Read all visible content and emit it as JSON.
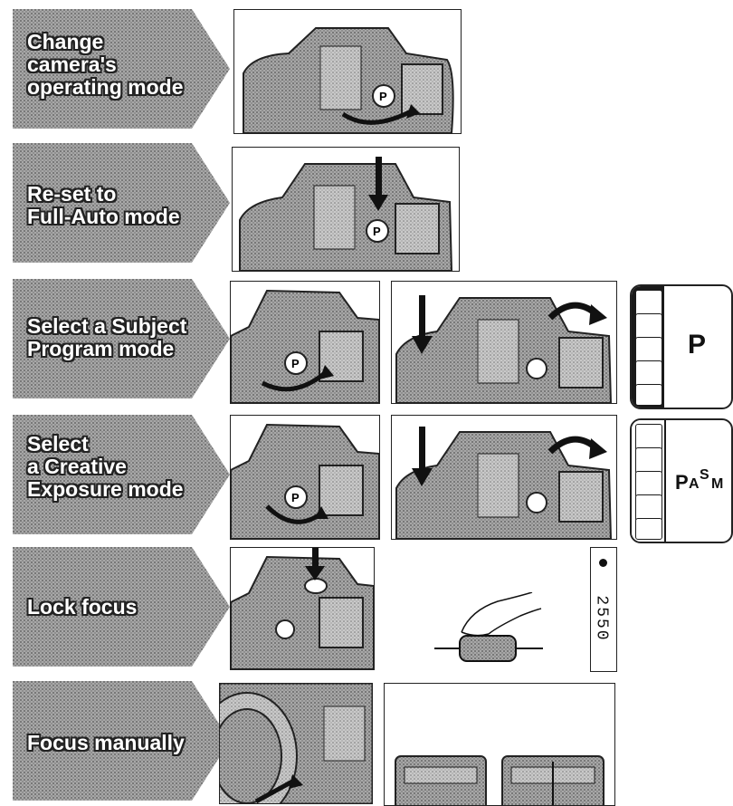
{
  "steps": [
    {
      "label_lines": [
        "Change",
        "camera's",
        "operating mode"
      ]
    },
    {
      "label_lines": [
        "Re-set to",
        "Full-Auto mode"
      ]
    },
    {
      "label_lines": [
        "Select a Subject",
        "Program mode"
      ]
    },
    {
      "label_lines": [
        "Select",
        "a Creative",
        "Exposure mode"
      ]
    },
    {
      "label_lines": [
        "Lock focus"
      ]
    },
    {
      "label_lines": [
        "Focus manually"
      ]
    }
  ],
  "displays": {
    "subject_program": {
      "mode_text": "P",
      "icons": [
        "portrait-icon",
        "landscape-icon",
        "closeup-icon",
        "sports-icon",
        "night-portrait-icon"
      ]
    },
    "creative_exposure": {
      "mode_p": "P",
      "mode_a": "A",
      "mode_s": "S",
      "mode_m": "M"
    },
    "focus_readout": {
      "digits": "2550"
    }
  },
  "colors": {
    "stipple": "#8a8a8a",
    "ink": "#1a1a1a",
    "label_text": "#ffffff"
  }
}
